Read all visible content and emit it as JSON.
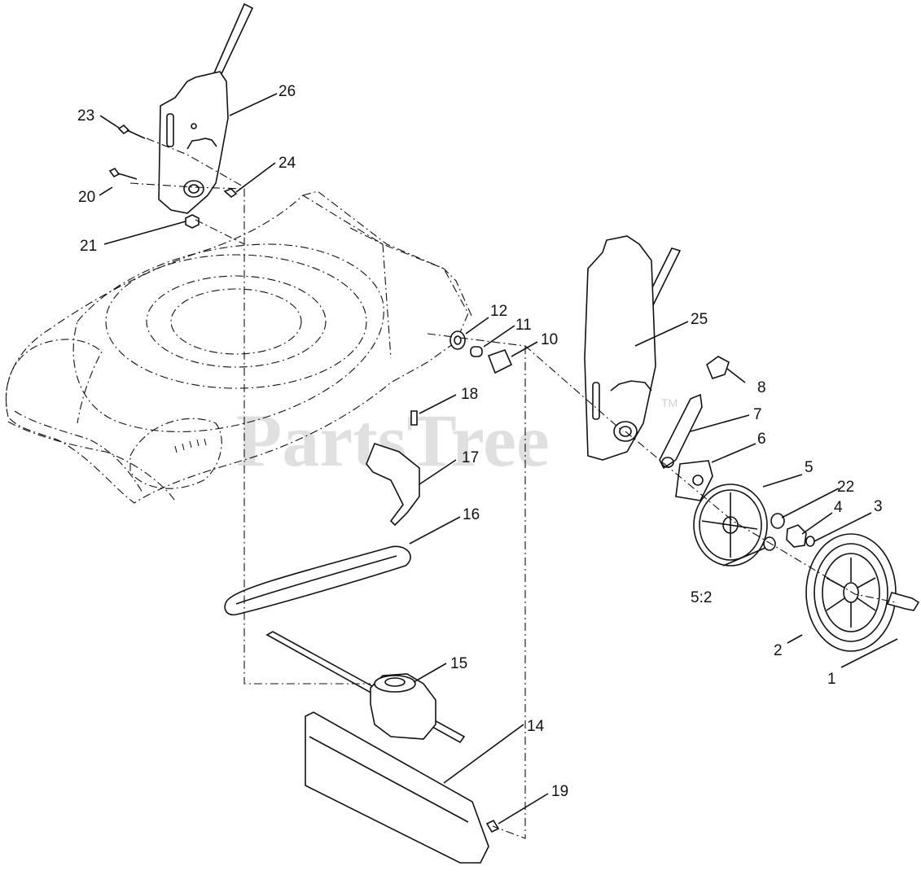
{
  "watermark": {
    "text": "PartsTree",
    "trademark": "TM"
  },
  "callouts": [
    {
      "id": "1",
      "label": "1"
    },
    {
      "id": "2",
      "label": "2"
    },
    {
      "id": "3",
      "label": "3"
    },
    {
      "id": "4",
      "label": "4"
    },
    {
      "id": "5",
      "label": "5"
    },
    {
      "id": "5-2",
      "label": "5:2"
    },
    {
      "id": "6",
      "label": "6"
    },
    {
      "id": "7",
      "label": "7"
    },
    {
      "id": "8",
      "label": "8"
    },
    {
      "id": "10",
      "label": "10"
    },
    {
      "id": "11",
      "label": "11"
    },
    {
      "id": "12",
      "label": "12"
    },
    {
      "id": "14",
      "label": "14"
    },
    {
      "id": "15",
      "label": "15"
    },
    {
      "id": "16",
      "label": "16"
    },
    {
      "id": "17",
      "label": "17"
    },
    {
      "id": "18",
      "label": "18"
    },
    {
      "id": "19",
      "label": "19"
    },
    {
      "id": "20",
      "label": "20"
    },
    {
      "id": "21",
      "label": "21"
    },
    {
      "id": "22",
      "label": "22"
    },
    {
      "id": "23",
      "label": "23"
    },
    {
      "id": "24",
      "label": "24"
    },
    {
      "id": "25",
      "label": "25"
    },
    {
      "id": "26",
      "label": "26"
    }
  ]
}
